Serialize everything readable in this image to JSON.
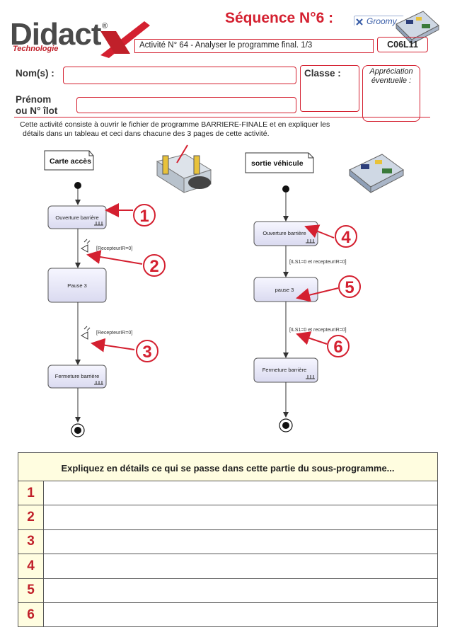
{
  "header": {
    "logo_main": "Didact",
    "logo_sub": "Technologie",
    "sequence_title": "Séquence N°6 :",
    "groomy_label": "Groomy",
    "activity_title": "Activité N° 64 - Analyser le programme final. 1/3",
    "code": "C06L11"
  },
  "form": {
    "nom_label": "Nom(s) :",
    "classe_label": "Classe :",
    "prenom_label_line1": "Prénom",
    "prenom_label_line2": "ou N° îlot",
    "appreciation_line1": "Appréciation",
    "appreciation_line2": "éventuelle :"
  },
  "intro": {
    "line1": "Cette activité consiste à  ouvrir le fichier de programme BARRIERE-FINALE et en expliquer les",
    "line2": "détails dans un tableau et ceci dans chacune des 3 pages de cette activité."
  },
  "diagram_left": {
    "title": "Carte accès",
    "state1": "Ouverture barrière",
    "guard1": "[RecepteurIR=0]",
    "state2": "Pause 3",
    "guard2": "[RecepteurIR=0]",
    "state3": "Fermeture barrière"
  },
  "diagram_right": {
    "title": "sortie véhicule",
    "state1": "Ouverture barrière",
    "guard1": "[ILS1=0 et recepteurIR=0]",
    "state2": "pause 3",
    "guard2": "[ILS1=0 et recepteurIR=0]",
    "state3": "Fermeture barrière"
  },
  "markers": [
    "1",
    "2",
    "3",
    "4",
    "5",
    "6"
  ],
  "colors": {
    "accent": "#d42030",
    "state_fill": "#e8e8f8",
    "table_fill": "#fffde0"
  },
  "table": {
    "header": "Expliquez en détails ce qui se passe dans cette partie du sous-programme...",
    "rows": [
      "1",
      "2",
      "3",
      "4",
      "5",
      "6"
    ]
  }
}
